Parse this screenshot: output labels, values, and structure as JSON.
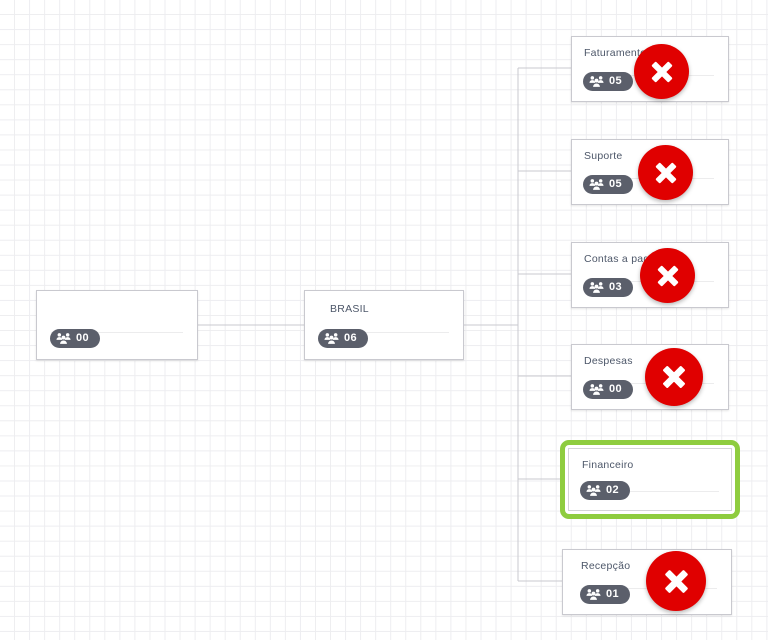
{
  "canvas": {
    "background_color": "#ffffff",
    "grid_color": "#ededf0",
    "grid_size": 15
  },
  "colors": {
    "node_border": "#c9c9cf",
    "node_title_text": "#4d5769",
    "badge_background": "#5b5f6b",
    "badge_text": "#ffffff",
    "selected_border": "#8ecc3f",
    "error_badge": "#e00000",
    "connector_line": "#c9c9cf"
  },
  "chart": {
    "type": "org-chart",
    "people_icon": "people-group-icon",
    "error_icon": "red-x-circle-icon"
  },
  "nodes": [
    {
      "id": "root",
      "title": "",
      "count": "00",
      "selected": false,
      "has_error": false
    },
    {
      "id": "brasil",
      "title": "BRASIL",
      "count": "06",
      "selected": false,
      "has_error": false
    },
    {
      "id": "faturamento",
      "title": "Faturamento",
      "count": "05",
      "selected": false,
      "has_error": true
    },
    {
      "id": "suporte",
      "title": "Suporte",
      "count": "05",
      "selected": false,
      "has_error": true
    },
    {
      "id": "contas-a-pagar",
      "title": "Contas a pagar",
      "count": "03",
      "selected": false,
      "has_error": true
    },
    {
      "id": "despesas",
      "title": "Despesas",
      "count": "00",
      "selected": false,
      "has_error": true
    },
    {
      "id": "financeiro",
      "title": "Financeiro",
      "count": "02",
      "selected": true,
      "has_error": false
    },
    {
      "id": "recepcao",
      "title": "Recepção",
      "count": "01",
      "selected": false,
      "has_error": true
    }
  ]
}
